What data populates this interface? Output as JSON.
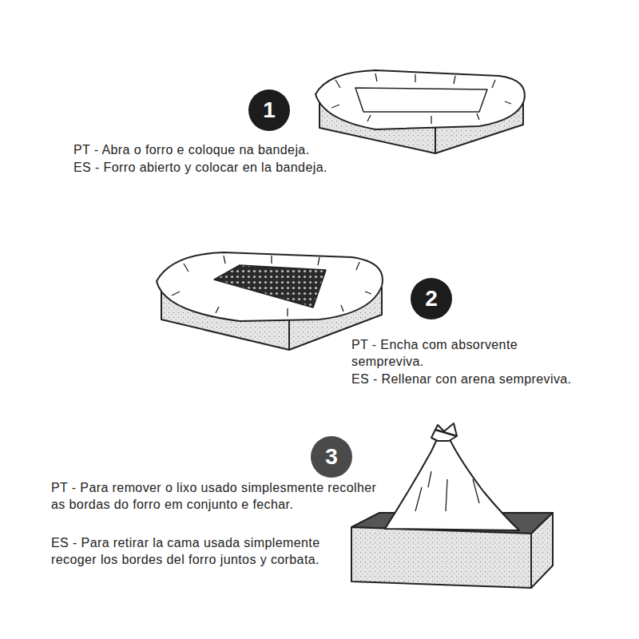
{
  "diagram": {
    "nodes": [
      {
        "text": [
          "1"
        ]
      },
      {
        "text": [
          "2"
        ]
      },
      {
        "text": [
          "3"
        ]
      }
    ],
    "labels": [
      "PT - Abra o forro e coloque na bandeja.",
      "ES - Forro abierto y colocar en la bandeja.",
      "PT - Encha com absorvente sempreviva.",
      "ES - Rellenar con arena sempreviva.",
      "PT - Para remover o lixo usado simplesmente recolher as bordas do forro em conjunto e fechar.",
      "ES - Para retirar la cama usada simplemente recoger los bordes del forro juntos y corbata."
    ]
  }
}
